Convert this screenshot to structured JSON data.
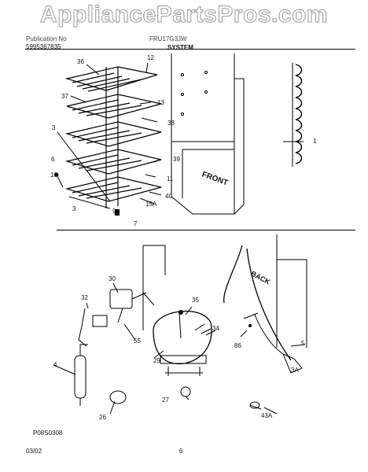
{
  "header": {
    "watermark": "AppliancePartsPros.com",
    "publication_label": "Publication No",
    "model_label": "FRU17G3JW",
    "publication_number": "5995367835",
    "section_title": "SYSTEM"
  },
  "top_view": {
    "front_label": "FRONT",
    "callouts": [
      "36",
      "12",
      "37",
      "13",
      "3",
      "38",
      "6",
      "10",
      "39",
      "11",
      "40",
      "15A",
      "3",
      "9",
      "7",
      "1"
    ]
  },
  "bottom_view": {
    "back_label": "BACK",
    "callouts": [
      "30",
      "32",
      "35",
      "34",
      "55",
      "86",
      "5",
      "29",
      "4",
      "3A",
      "27",
      "26",
      "43A"
    ],
    "figure_code": "P08S0308"
  },
  "footer": {
    "date": "03/02",
    "page_number": "6"
  }
}
